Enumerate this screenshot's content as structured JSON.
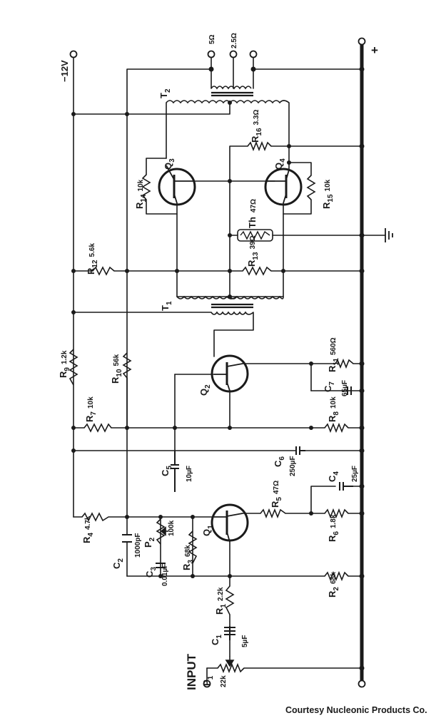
{
  "rails": {
    "negative_supply": "−12V",
    "positive_supply": "+"
  },
  "input": {
    "label": "INPUT"
  },
  "output": {
    "tap_5": "5Ω",
    "tap_2_5": "2.5Ω"
  },
  "transformers": {
    "output_transformer": "T",
    "output_transformer_sub": "2",
    "driver_transformer": "T",
    "driver_transformer_sub": "1"
  },
  "transistors": [
    {
      "key": "Q1",
      "label": "Q",
      "sub": "1"
    },
    {
      "key": "Q2",
      "label": "Q",
      "sub": "2"
    },
    {
      "key": "Q3",
      "label": "Q",
      "sub": "3"
    },
    {
      "key": "Q4",
      "label": "Q",
      "sub": "4"
    }
  ],
  "resistors": [
    {
      "key": "R1",
      "label": "R",
      "sub": "1",
      "value": "2.2k"
    },
    {
      "key": "R2",
      "label": "R",
      "sub": "2",
      "value": "68k"
    },
    {
      "key": "R3",
      "label": "R",
      "sub": "3",
      "value": "68k"
    },
    {
      "key": "R4",
      "label": "R",
      "sub": "4",
      "value": "4.7k"
    },
    {
      "key": "R5",
      "label": "R",
      "sub": "5",
      "value": "47Ω"
    },
    {
      "key": "R6",
      "label": "R",
      "sub": "6",
      "value": "1.8k"
    },
    {
      "key": "R7",
      "label": "R",
      "sub": "7",
      "value": "10k"
    },
    {
      "key": "R8",
      "label": "R",
      "sub": "8",
      "value": "10k"
    },
    {
      "key": "R9",
      "label": "R",
      "sub": "9",
      "value": "1.2k"
    },
    {
      "key": "R10",
      "label": "R",
      "sub": "10",
      "value": "56k"
    },
    {
      "key": "R11",
      "label": "R",
      "sub": "11",
      "value": "560Ω"
    },
    {
      "key": "R12",
      "label": "R",
      "sub": "12",
      "value": "5.6k"
    },
    {
      "key": "R13",
      "label": "R",
      "sub": "13",
      "value": "39Ω"
    },
    {
      "key": "R14",
      "label": "R",
      "sub": "14",
      "value": "10k"
    },
    {
      "key": "R15",
      "label": "R",
      "sub": "15",
      "value": "10k"
    },
    {
      "key": "R16",
      "label": "R",
      "sub": "16",
      "value": "3.3Ω"
    }
  ],
  "capacitors": [
    {
      "key": "C1",
      "label": "C",
      "sub": "1",
      "value": "5µF"
    },
    {
      "key": "C2",
      "label": "C",
      "sub": "2",
      "value": "1000pF"
    },
    {
      "key": "C3",
      "label": "C",
      "sub": "3",
      "value": "0.01µF"
    },
    {
      "key": "C4",
      "label": "C",
      "sub": "4",
      "value": "25µF"
    },
    {
      "key": "C5",
      "label": "C",
      "sub": "5",
      "value": "10µF"
    },
    {
      "key": "C6",
      "label": "C",
      "sub": "6",
      "value": "250µF"
    },
    {
      "key": "C7",
      "label": "C",
      "sub": "7",
      "value": "65µF"
    }
  ],
  "potentiometers": [
    {
      "key": "P1",
      "label": "P",
      "sub": "1",
      "value": "22k"
    },
    {
      "key": "P2",
      "label": "P",
      "sub": "2",
      "value": "100k"
    }
  ],
  "thermistor": {
    "label": "Th",
    "value": "47Ω"
  },
  "credit": "Courtesy Nucleonic Products Co."
}
